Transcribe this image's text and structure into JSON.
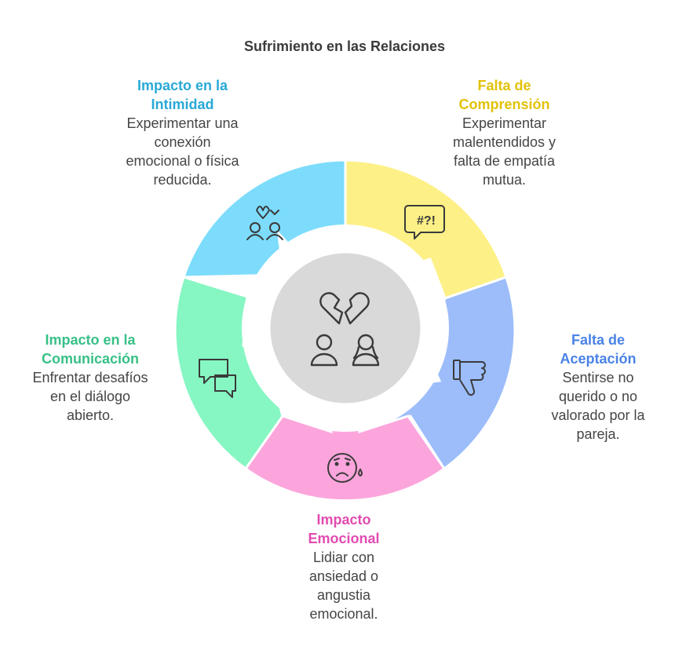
{
  "title": "Sufrimiento en las Relaciones",
  "colors": {
    "intimidad": "#7ddcfc",
    "comprension": "#fdf086",
    "aceptacion": "#9cbdfa",
    "emocional": "#fca5dc",
    "comunicacion": "#86f6c3",
    "center": "#d9d9d9",
    "stroke": "#3a3a3a"
  },
  "segments": {
    "intimidad": {
      "title_lines": [
        "Impacto en la",
        "Intimidad"
      ],
      "desc_lines": [
        "Experimentar una",
        "conexión",
        "emocional o física",
        "reducida."
      ],
      "title_color": "#29a9d6",
      "icon": "couple-icon"
    },
    "comprension": {
      "title_lines": [
        "Falta de",
        "Comprensión"
      ],
      "desc_lines": [
        "Experimentar",
        "malentendidos y",
        "falta de empatía",
        "mutua."
      ],
      "title_color": "#e2c20a",
      "icon": "speech-symbols-icon"
    },
    "aceptacion": {
      "title_lines": [
        "Falta de",
        "Aceptación"
      ],
      "desc_lines": [
        "Sentirse no",
        "querido o no",
        "valorado por la",
        "pareja."
      ],
      "title_color": "#4a82e6",
      "icon": "thumbs-down-icon"
    },
    "emocional": {
      "title_lines": [
        "Impacto",
        "Emocional"
      ],
      "desc_lines": [
        "Lidiar con",
        "ansiedad o",
        "angustia",
        "emocional."
      ],
      "title_color": "#e24bb0",
      "icon": "crying-face-icon"
    },
    "comunicacion": {
      "title_lines": [
        "Impacto en la",
        "Comunicación"
      ],
      "desc_lines": [
        "Enfrentar desafíos",
        "en el diálogo",
        "abierto."
      ],
      "title_color": "#37c086",
      "icon": "chat-bubbles-icon"
    }
  },
  "center_icon": "broken-heart-couple-icon"
}
